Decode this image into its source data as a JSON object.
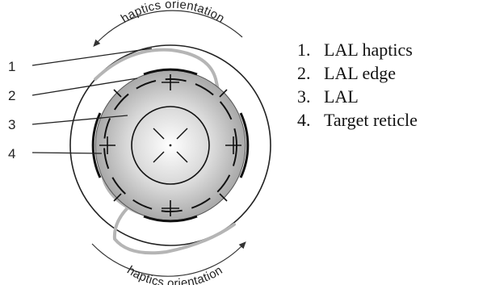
{
  "diagram": {
    "arc_label_top": "haptics orientation",
    "arc_label_bottom": "haptics orientation",
    "callouts": [
      "1",
      "2",
      "3",
      "4"
    ],
    "legend": [
      {
        "num": "1.",
        "text": "LAL haptics"
      },
      {
        "num": "2.",
        "text": "LAL edge"
      },
      {
        "num": "3.",
        "text": "LAL"
      },
      {
        "num": "4.",
        "text": "Target reticle"
      }
    ]
  }
}
